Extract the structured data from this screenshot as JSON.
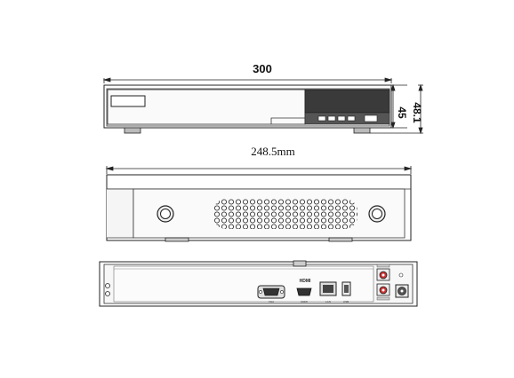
{
  "dimensions": {
    "overall_width": "300",
    "depth": "248.5mm",
    "body_height": "45",
    "total_height": "48.1"
  },
  "rear_panel": {
    "hdmi_logo": "HDMI",
    "port_labels": [
      "VGA",
      "HDMI",
      "LAN",
      "USB"
    ]
  },
  "colors": {
    "line": "#222222",
    "panel_light": "#f2f2f2",
    "panel_dark": "#4a4a4a"
  },
  "views": [
    "front-view",
    "top-view",
    "rear-view"
  ]
}
